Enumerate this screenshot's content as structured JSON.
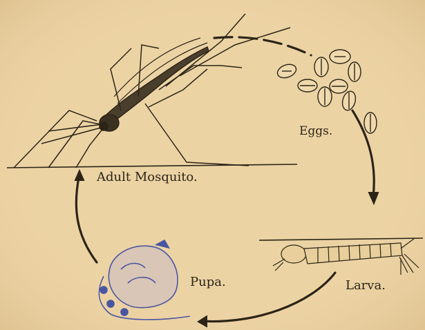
{
  "diagram": {
    "stages": {
      "adult": "Adult Mosquito.",
      "eggs": "Eggs.",
      "larva": "Larva.",
      "pupa": "Pupa."
    }
  },
  "colors": {
    "paper": "#ecd3a4",
    "ink": "#2b2417",
    "pupa_blue": "#4a55a2"
  }
}
